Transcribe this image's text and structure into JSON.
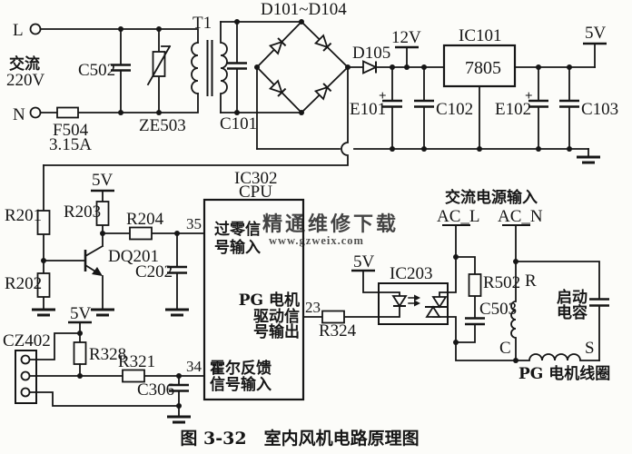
{
  "colors": {
    "ink": "#161616",
    "paper": "#fcfcf9",
    "watermark": "#f0a478"
  },
  "ac_input": {
    "live": "L",
    "neutral": "N",
    "source_line1": "交流",
    "source_line2": "220V",
    "fuse_ref": "F504",
    "fuse_rating": "3.15A",
    "cap": "C502",
    "varistor": "ZE503",
    "transformer": "T1"
  },
  "rectifier": {
    "bridge": "D101~D104",
    "filter_cap": "C101",
    "diode": "D105",
    "rail_12v": "12V",
    "e_cap1": "E101",
    "cap2": "C102",
    "regulator_ref": "IC101",
    "regulator_part": "7805",
    "e_cap2": "E102",
    "cap3": "C103",
    "rail_5v": "5V",
    "plus": "+"
  },
  "zero_cross": {
    "r201": "R201",
    "r202": "R202",
    "r203": "R203",
    "r204": "R204",
    "transistor": "DQ201",
    "cap": "C202",
    "rail_5v": "5V",
    "pin": "35"
  },
  "cpu": {
    "ref": "IC302",
    "name": "CPU",
    "zero_l1": "过零信",
    "zero_l2": "号输入",
    "pg_l1": "PG 电机",
    "pg_l2": "驱动信",
    "pg_l3": "号输出",
    "hall_l1": "霍尔反馈",
    "hall_l2": "信号输入",
    "pin_drive": "23",
    "pin_hall": "34"
  },
  "hall": {
    "connector": "CZ402",
    "r328": "R328",
    "r321": "R321",
    "cap": "C306",
    "rail_5v": "5V"
  },
  "drive": {
    "r324": "R324",
    "opto": "IC203",
    "rail_5v": "5V"
  },
  "motor": {
    "header": "交流电源输入",
    "ac_l": "AC_L",
    "ac_n": "AC_N",
    "r502": "R502",
    "c503": "C503",
    "run": "R",
    "common": "C",
    "start": "S",
    "start_cap_l1": "启动",
    "start_cap_l2": "电容",
    "coil_label": "PG 电机线圈"
  },
  "watermark": {
    "line1": "精通维修下载",
    "line2": "www.gzweix.com"
  },
  "caption": "图 3-32　室内风机电路原理图"
}
